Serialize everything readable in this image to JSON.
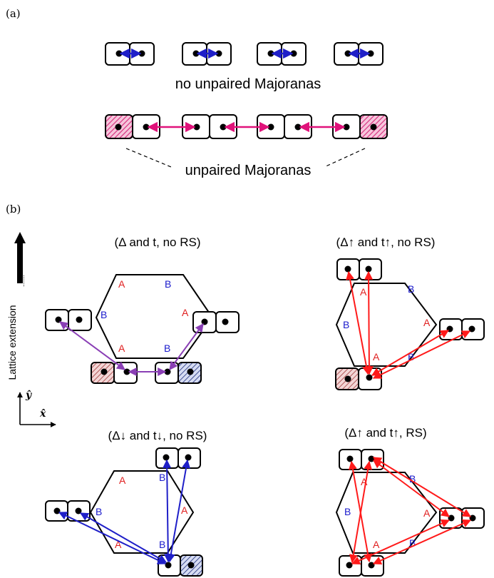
{
  "panel_a": {
    "label": "(a)",
    "row1_caption": "no unpaired Majoranas",
    "row2_caption": "unpaired Majoranas"
  },
  "panel_b": {
    "label": "(b)",
    "axis_label": "Lattice extension",
    "axis_dots": "......",
    "y_axis": "ŷ",
    "x_axis": "x̂",
    "sub1": {
      "title": "(Δ and t, no RS)"
    },
    "sub2": {
      "title": "(Δ↑ and t↑, no RS)"
    },
    "sub3": {
      "title": "(Δ↓ and t↓, no RS)"
    },
    "sub4": {
      "title": "(Δ↑ and t↑, RS)"
    },
    "sublattice_A": "A",
    "sublattice_B": "B"
  },
  "colors": {
    "blue_arrow": "#1f1fc8",
    "pink_arrow": "#e0127a",
    "purple_arrow": "#8a3fb5",
    "red": "#ff1a1a",
    "label_red": "#e02020",
    "label_blue": "#1a1acc",
    "hatch_pink": "#d42a7a",
    "hatch_brown": "#a03a3a",
    "hatch_navy": "#1a2a7a"
  }
}
